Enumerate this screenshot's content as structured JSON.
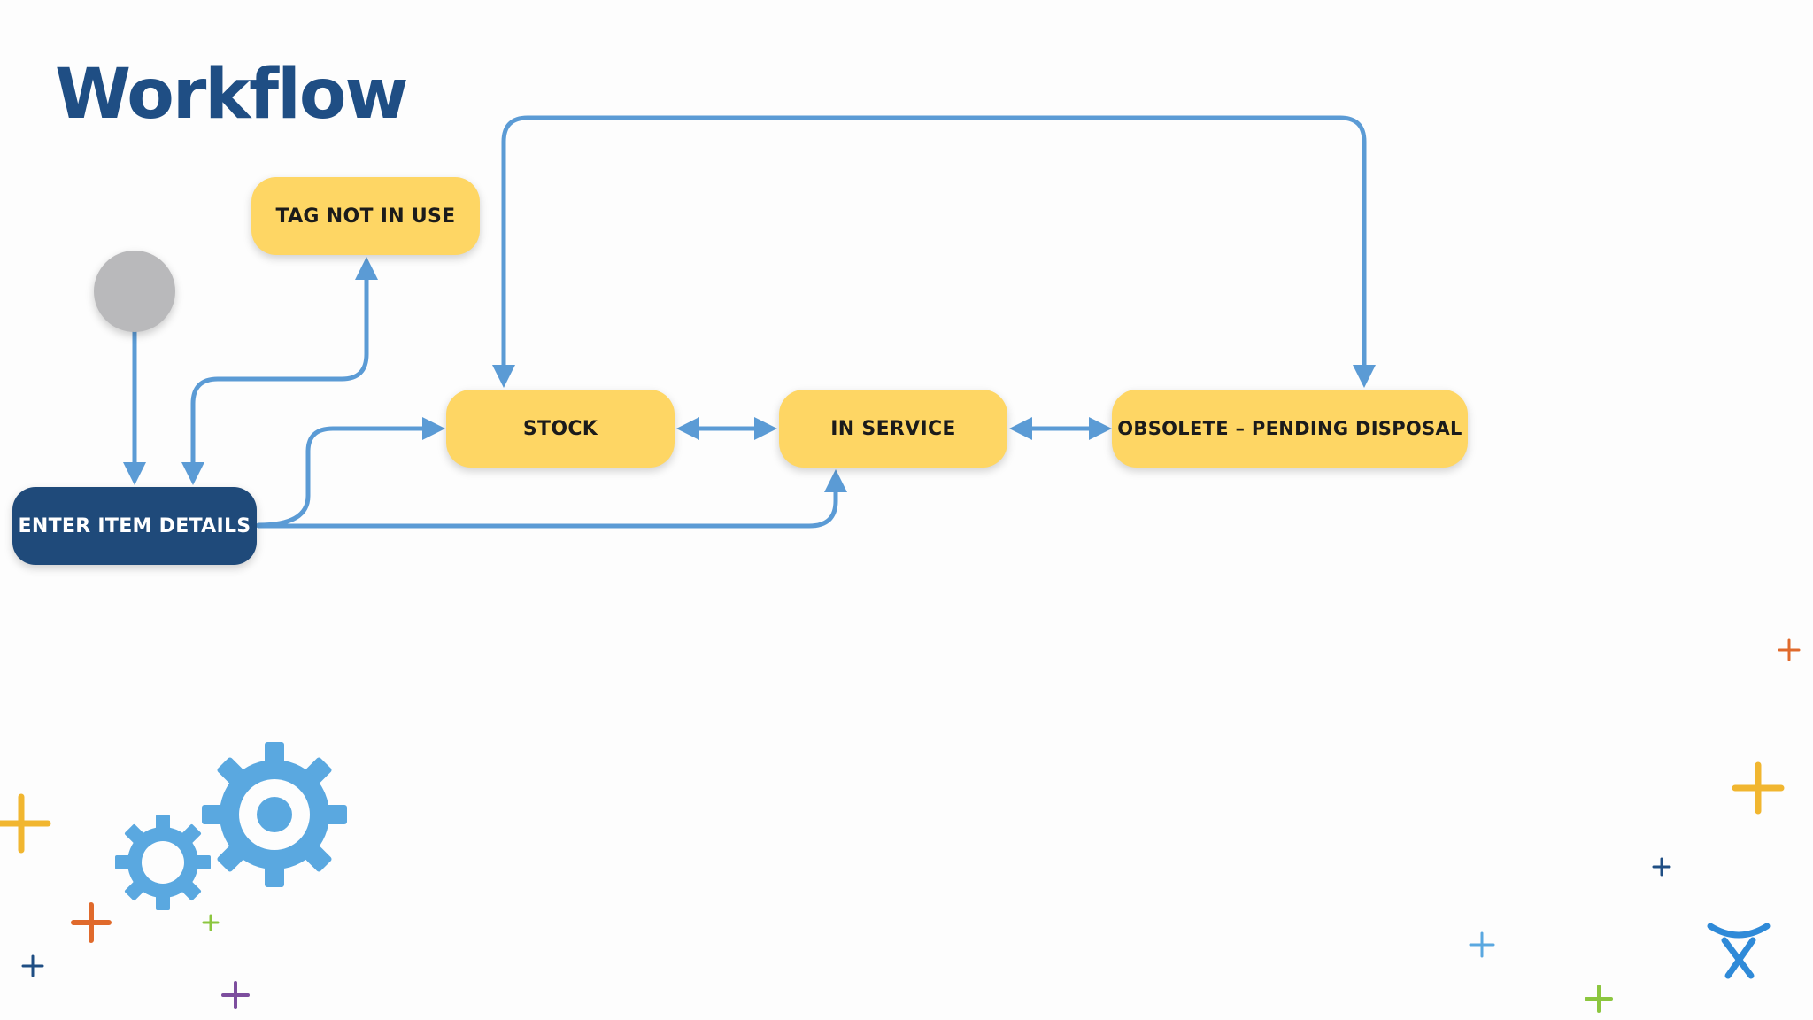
{
  "slide": {
    "title": "Workflow"
  },
  "diagram": {
    "start_label": "",
    "nodes": {
      "enter_item_details": "ENTER ITEM DETAILS",
      "tag_not_in_use": "TAG NOT IN USE",
      "stock": "STOCK",
      "in_service": "IN SERVICE",
      "obsolete_pending_disposal": "OBSOLETE – PENDING DISPOSAL"
    },
    "edges": [
      {
        "from": "start",
        "to": "enter_item_details",
        "direction": "one-way"
      },
      {
        "from": "enter_item_details",
        "to": "tag_not_in_use",
        "direction": "one-way"
      },
      {
        "from": "tag_not_in_use",
        "to": "enter_item_details",
        "direction": "one-way"
      },
      {
        "from": "enter_item_details",
        "to": "stock",
        "direction": "one-way"
      },
      {
        "from": "enter_item_details",
        "to": "in_service",
        "direction": "one-way"
      },
      {
        "from": "stock",
        "to": "in_service",
        "direction": "two-way"
      },
      {
        "from": "in_service",
        "to": "obsolete_pending_disposal",
        "direction": "two-way"
      },
      {
        "from": "obsolete_pending_disposal",
        "to": "stock",
        "direction": "two-way"
      }
    ]
  },
  "colors": {
    "title": "#1f4e84",
    "node_fill": "#fed664",
    "node_dark_fill": "#1f4a7a",
    "arrow": "#5b9bd5",
    "start_circle": "#b9b9bb",
    "gear": "#5aa8e0",
    "plus_yellow": "#f1b630",
    "plus_orange": "#e06a2c",
    "plus_navy": "#1f4e84",
    "plus_lightblue": "#5aa8e0",
    "plus_green": "#8cc63f",
    "plus_purple": "#7d4e9e",
    "logo": "#2f8ad8"
  },
  "decorations": {
    "gears": "gears-icon",
    "logo": "atlassian-logo-icon"
  }
}
